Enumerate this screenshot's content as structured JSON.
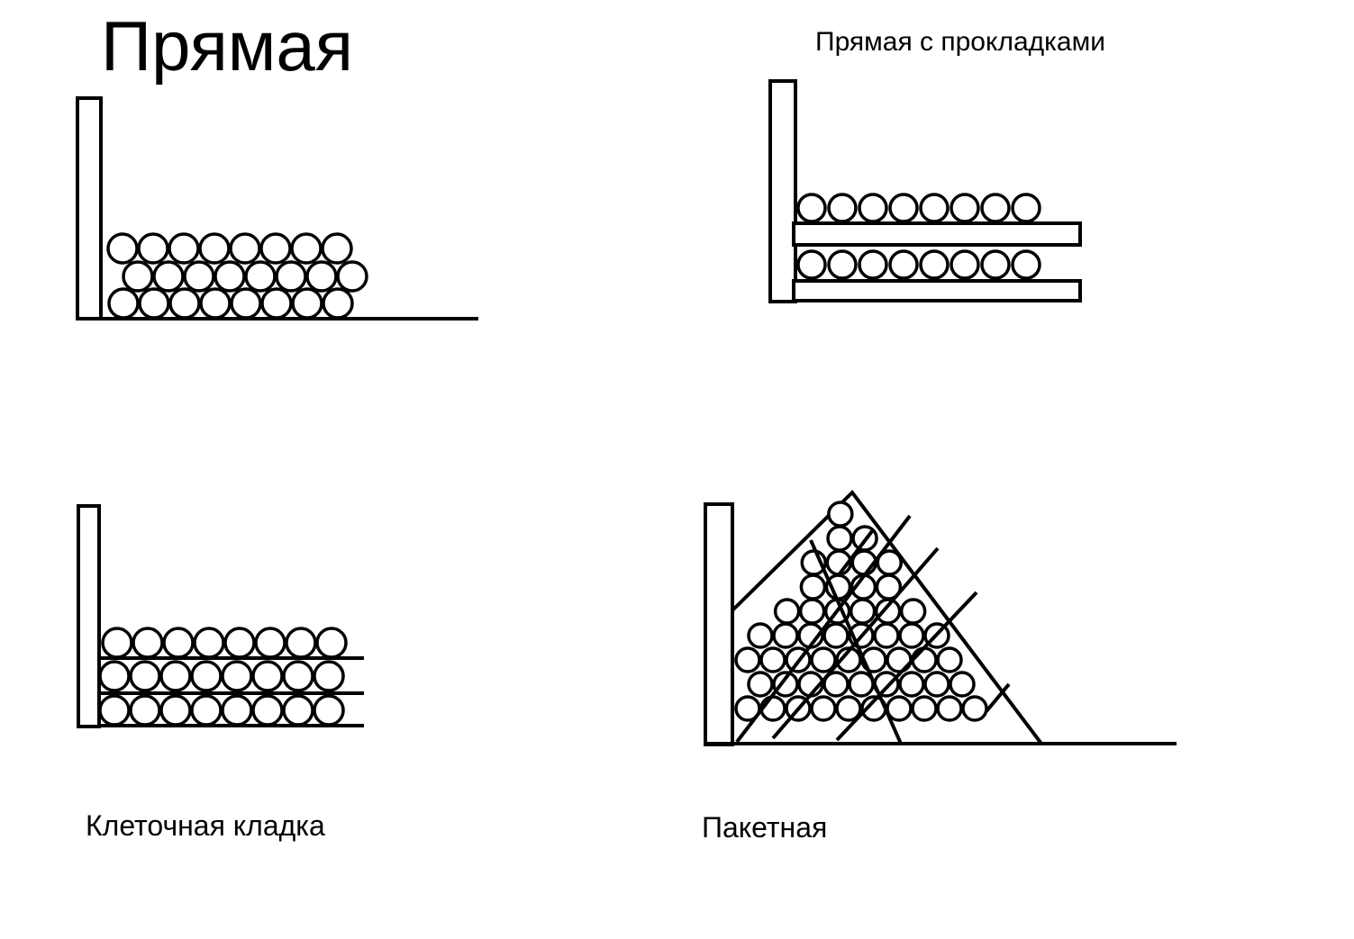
{
  "diagram": {
    "panels": [
      {
        "id": "straight",
        "label": "Прямая",
        "log_rows": 3,
        "row_counts": [
          8,
          8,
          8
        ],
        "has_spacers": false
      },
      {
        "id": "straight_with_spacers",
        "label": "Прямая с прокладками",
        "log_rows": 2,
        "row_counts": [
          8,
          8
        ],
        "has_spacers": true
      },
      {
        "id": "cell",
        "label": "Клеточная кладка",
        "log_rows": 3,
        "row_counts": [
          8,
          8,
          8
        ],
        "has_spacers": true
      },
      {
        "id": "packet",
        "label": "Пакетная",
        "shape": "triangular pile"
      }
    ]
  },
  "colors": {
    "stroke": "#000000",
    "fill": "#ffffff"
  }
}
